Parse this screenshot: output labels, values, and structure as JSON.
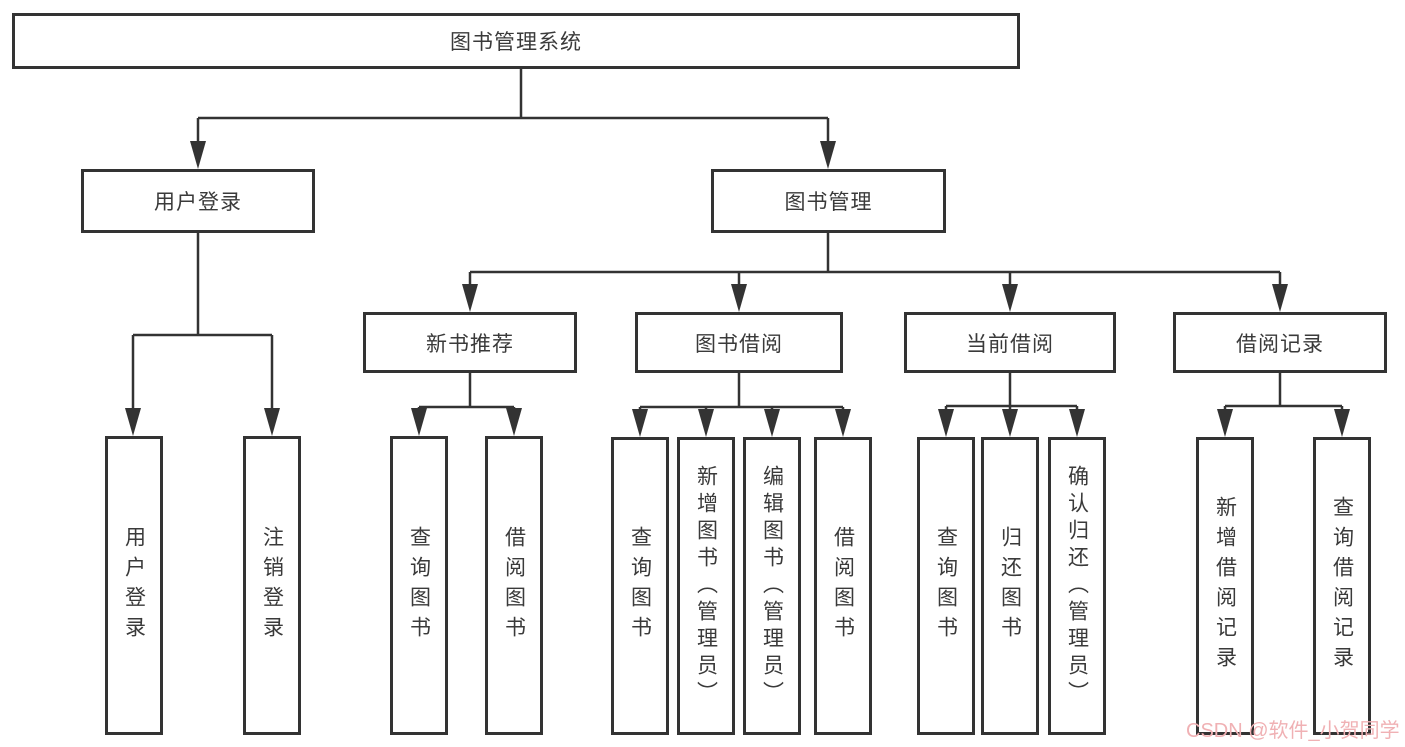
{
  "diagram": {
    "type": "tree",
    "orientation": "top-down",
    "hierarchy": {
      "root": [
        "user_login",
        "book_mgmt"
      ],
      "user_login": [
        "leaf_user_login",
        "leaf_logout"
      ],
      "book_mgmt": [
        "new_rec",
        "book_borrow",
        "current_borrow",
        "borrow_records"
      ],
      "new_rec": [
        "leaf_query_book_rec",
        "leaf_borrow_book_rec"
      ],
      "book_borrow": [
        "leaf_query_book_borrow",
        "leaf_add_book",
        "leaf_edit_book",
        "leaf_borrow_book_borrow"
      ],
      "current_borrow": [
        "leaf_query_book_current",
        "leaf_return_book",
        "leaf_confirm_return"
      ],
      "borrow_records": [
        "leaf_add_record",
        "leaf_query_record"
      ]
    }
  },
  "nodes": {
    "root": {
      "label": "图书管理系统"
    },
    "user_login": {
      "label": "用户登录"
    },
    "book_mgmt": {
      "label": "图书管理"
    },
    "new_rec": {
      "label": "新书推荐"
    },
    "book_borrow": {
      "label": "图书借阅"
    },
    "current_borrow": {
      "label": "当前借阅"
    },
    "borrow_records": {
      "label": "借阅记录"
    },
    "leaf_user_login": {
      "label": "用户登录"
    },
    "leaf_logout": {
      "label": "注销登录"
    },
    "leaf_query_book_rec": {
      "label": "查询图书"
    },
    "leaf_borrow_book_rec": {
      "label": "借阅图书"
    },
    "leaf_query_book_borrow": {
      "label": "查询图书"
    },
    "leaf_add_book": {
      "label": "新增图书（管理员）"
    },
    "leaf_edit_book": {
      "label": "编辑图书（管理员）"
    },
    "leaf_borrow_book_borrow": {
      "label": "借阅图书"
    },
    "leaf_query_book_current": {
      "label": "查询图书"
    },
    "leaf_return_book": {
      "label": "归还图书"
    },
    "leaf_confirm_return": {
      "label": "确认归还（管理员）"
    },
    "leaf_add_record": {
      "label": "新增借阅记录"
    },
    "leaf_query_record": {
      "label": "查询借阅记录"
    }
  },
  "watermark": {
    "text": "CSDN @软件_小贺同学"
  },
  "colors": {
    "line": "#333333",
    "box_border": "#333333",
    "box_background": "#ffffff",
    "text": "#3a3a3a",
    "watermark": "#f0b1b4",
    "page_background": "#ffffff"
  }
}
